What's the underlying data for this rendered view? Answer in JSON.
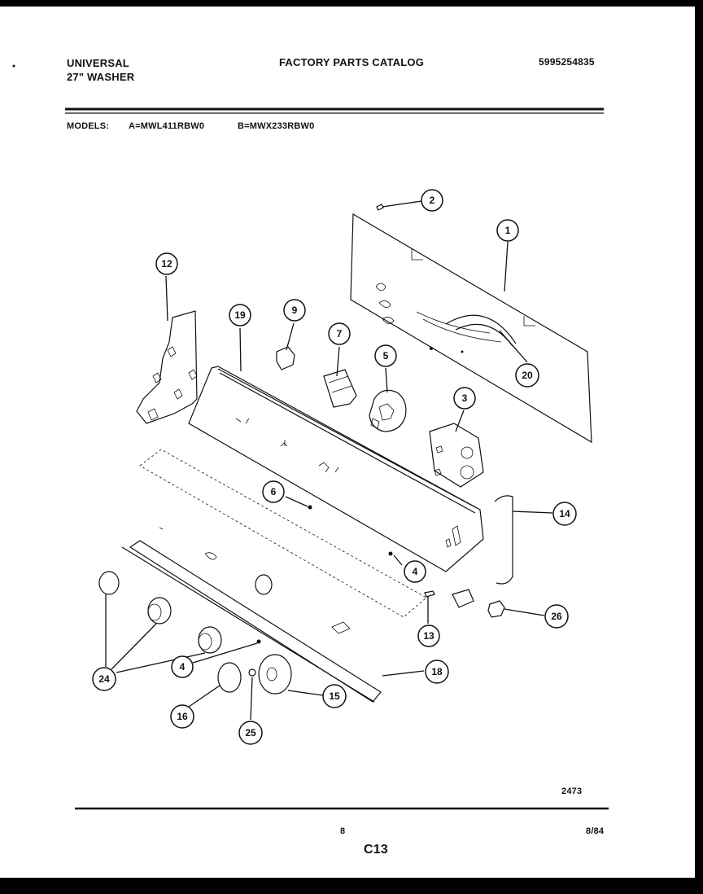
{
  "header": {
    "brand": "UNIVERSAL",
    "product": "27\" WASHER",
    "catalog_title": "FACTORY PARTS CATALOG",
    "catalog_number": "5995254835",
    "models_label": "MODELS:",
    "model_a": "A=MWL411RBW0",
    "model_b": "B=MWX233RBW0"
  },
  "callouts": [
    "1",
    "2",
    "3",
    "4",
    "5",
    "6",
    "7",
    "9",
    "12",
    "13",
    "14",
    "15",
    "16",
    "18",
    "19",
    "20",
    "24",
    "25",
    "26"
  ],
  "footer": {
    "drawing_number": "2473",
    "page_number": "8",
    "date": "8/84",
    "section_code": "C13"
  }
}
